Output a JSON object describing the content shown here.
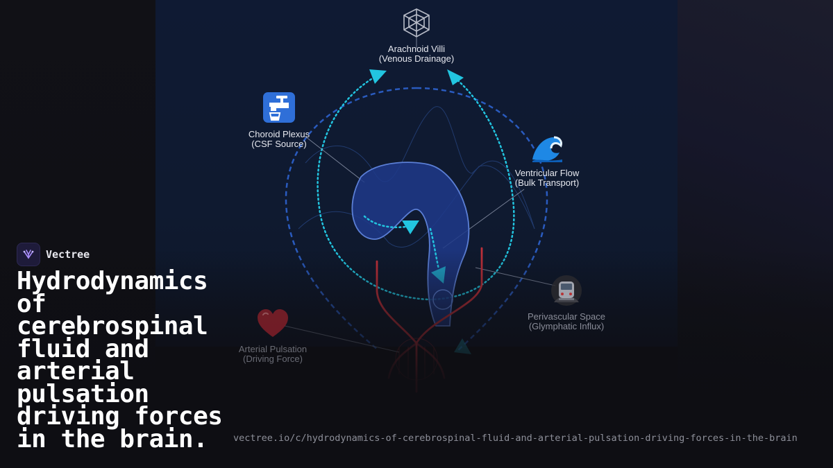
{
  "brand": {
    "name": "Vectree",
    "logo_icon": "vectree-logo-icon",
    "accent": "#8b5cf6"
  },
  "title": "Hydrodynamics of cerebrospinal fluid and arterial pulsation driving forces in the brain.",
  "url": "vectree.io/c/hydrodynamics-of-cerebrospinal-fluid-and-arterial-pulsation-driving-forces-in-the-brain",
  "colors": {
    "background": "#0e0e13",
    "diagram_background": "#0f1a33",
    "flow_arrow": "#22c5e0",
    "outer_loop": "#2a5bbf",
    "artery": "#c0303a",
    "ventricle_fill": "#1e3a8a",
    "ventricle_stroke": "#5b7fd6"
  },
  "nodes": {
    "arachnoid": {
      "icon": "spider-web-icon",
      "glyph": "🕸",
      "line1": "Arachnoid Villi",
      "line2": "(Venous Drainage)"
    },
    "choroid": {
      "icon": "faucet-icon",
      "glyph": "🚰",
      "line1": "Choroid Plexus",
      "line2": "(CSF Source)"
    },
    "ventricular": {
      "icon": "wave-icon",
      "glyph": "🌊",
      "line1": "Ventricular Flow",
      "line2": "(Bulk Transport)"
    },
    "perivascular": {
      "icon": "subway-tunnel-icon",
      "glyph": "🚇",
      "line1": "Perivascular Space",
      "line2": "(Glymphatic Influx)"
    },
    "arterial": {
      "icon": "heart-icon",
      "glyph": "❤️",
      "line1": "Arterial Pulsation",
      "line2": "(Driving Force)"
    }
  }
}
